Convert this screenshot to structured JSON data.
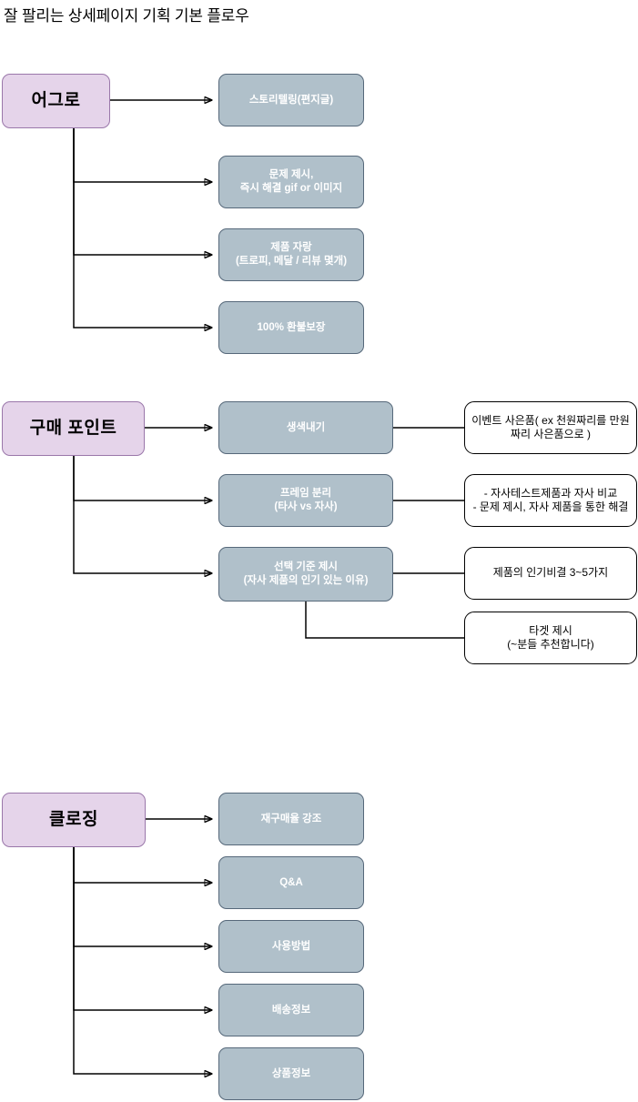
{
  "page": {
    "title": "잘 팔리는 상세페이지 기획 기본 플로우",
    "colors": {
      "root_fill": "#e5d4ea",
      "root_border": "#9a77aa",
      "main_fill": "#b0c0ca",
      "main_border": "#56687a",
      "note_fill": "#ffffff",
      "note_border": "#000000",
      "connector": "#000000",
      "background": "#ffffff"
    }
  },
  "sections": [
    {
      "root": "어그로",
      "children": [
        {
          "label_line1": "스토리텔링(편지글)",
          "label_line2": ""
        },
        {
          "label_line1": "문제 제시,",
          "label_line2": "즉시 해결 gif or 이미지"
        },
        {
          "label_line1": "제품 자랑",
          "label_line2": "(트로피, 메달 / 리뷰 몇개)"
        },
        {
          "label_line1": "100% 환불보장",
          "label_line2": ""
        }
      ]
    },
    {
      "root": "구매 포인트",
      "children": [
        {
          "label_line1": "생색내기",
          "label_line2": "",
          "notes": [
            {
              "line1": "이벤트 사은품( ex 천원짜리를 만원",
              "line2": "짜리 사은품으로 )"
            }
          ]
        },
        {
          "label_line1": "프레임 분리",
          "label_line2": "(타사 vs 자사)",
          "notes": [
            {
              "line1": "- 자사테스트제품과 자사 비교",
              "line2": "- 문제 제시, 자사 제품을 통한 해결"
            }
          ]
        },
        {
          "label_line1": "선택 기준 제시",
          "label_line2": "(자사 제품의 인기 있는 이유)",
          "notes": [
            {
              "line1": "제품의 인기비결 3~5가지",
              "line2": ""
            },
            {
              "line1": "타겟 제시",
              "line2": "(~분들 추천합니다)"
            }
          ]
        }
      ]
    },
    {
      "root": "클로징",
      "children": [
        {
          "label_line1": "재구매율 강조",
          "label_line2": ""
        },
        {
          "label_line1": "Q&A",
          "label_line2": ""
        },
        {
          "label_line1": "사용방법",
          "label_line2": ""
        },
        {
          "label_line1": "배송정보",
          "label_line2": ""
        },
        {
          "label_line1": "상품정보",
          "label_line2": ""
        }
      ]
    }
  ],
  "nodes": {
    "aggro_root": "어그로",
    "aggro_1": "스토리텔링(편지글)",
    "aggro_2_l1": "문제 제시,",
    "aggro_2_l2": "즉시 해결 gif or 이미지",
    "aggro_3_l1": "제품 자랑",
    "aggro_3_l2": "(트로피, 메달 / 리뷰 몇개)",
    "aggro_4": "100% 환불보장",
    "point_root": "구매 포인트",
    "point_1": "생색내기",
    "point_1_note_l1": "이벤트 사은품( ex 천원짜리를 만원",
    "point_1_note_l2": "짜리 사은품으로 )",
    "point_2_l1": "프레임 분리",
    "point_2_l2": "(타사 vs 자사)",
    "point_2_note_l1": "- 자사테스트제품과 자사 비교",
    "point_2_note_l2": "- 문제 제시, 자사 제품을 통한 해결",
    "point_3_l1": "선택 기준 제시",
    "point_3_l2": "(자사 제품의 인기 있는 이유)",
    "point_3_note1": "제품의 인기비결 3~5가지",
    "point_3_note2_l1": "타겟 제시",
    "point_3_note2_l2": "(~분들 추천합니다)",
    "closing_root": "클로징",
    "closing_1": "재구매율 강조",
    "closing_2": "Q&A",
    "closing_3": "사용방법",
    "closing_4": "배송정보",
    "closing_5": "상품정보"
  }
}
